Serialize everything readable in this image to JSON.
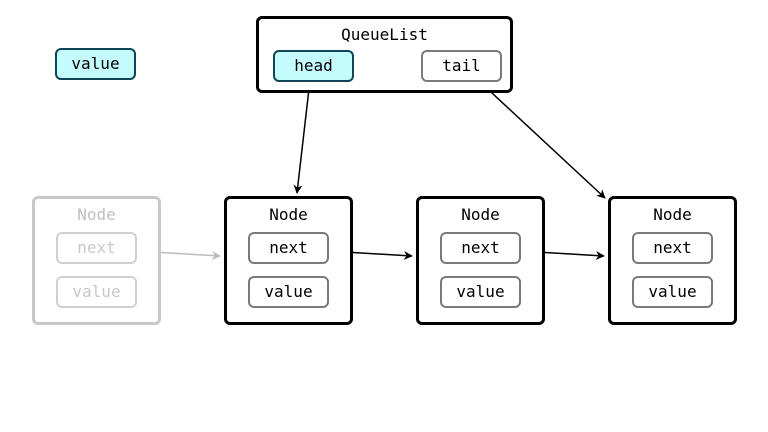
{
  "legend": {
    "label": "value",
    "color": "#c4fbfc"
  },
  "queue": {
    "title": "QueueList",
    "head": "head",
    "tail": "tail"
  },
  "ghost_node": {
    "title": "Node",
    "next": "next",
    "value": "value"
  },
  "nodes": [
    {
      "title": "Node",
      "next": "next",
      "value": "value"
    },
    {
      "title": "Node",
      "next": "next",
      "value": "value"
    },
    {
      "title": "Node",
      "next": "next",
      "value": "value"
    }
  ]
}
